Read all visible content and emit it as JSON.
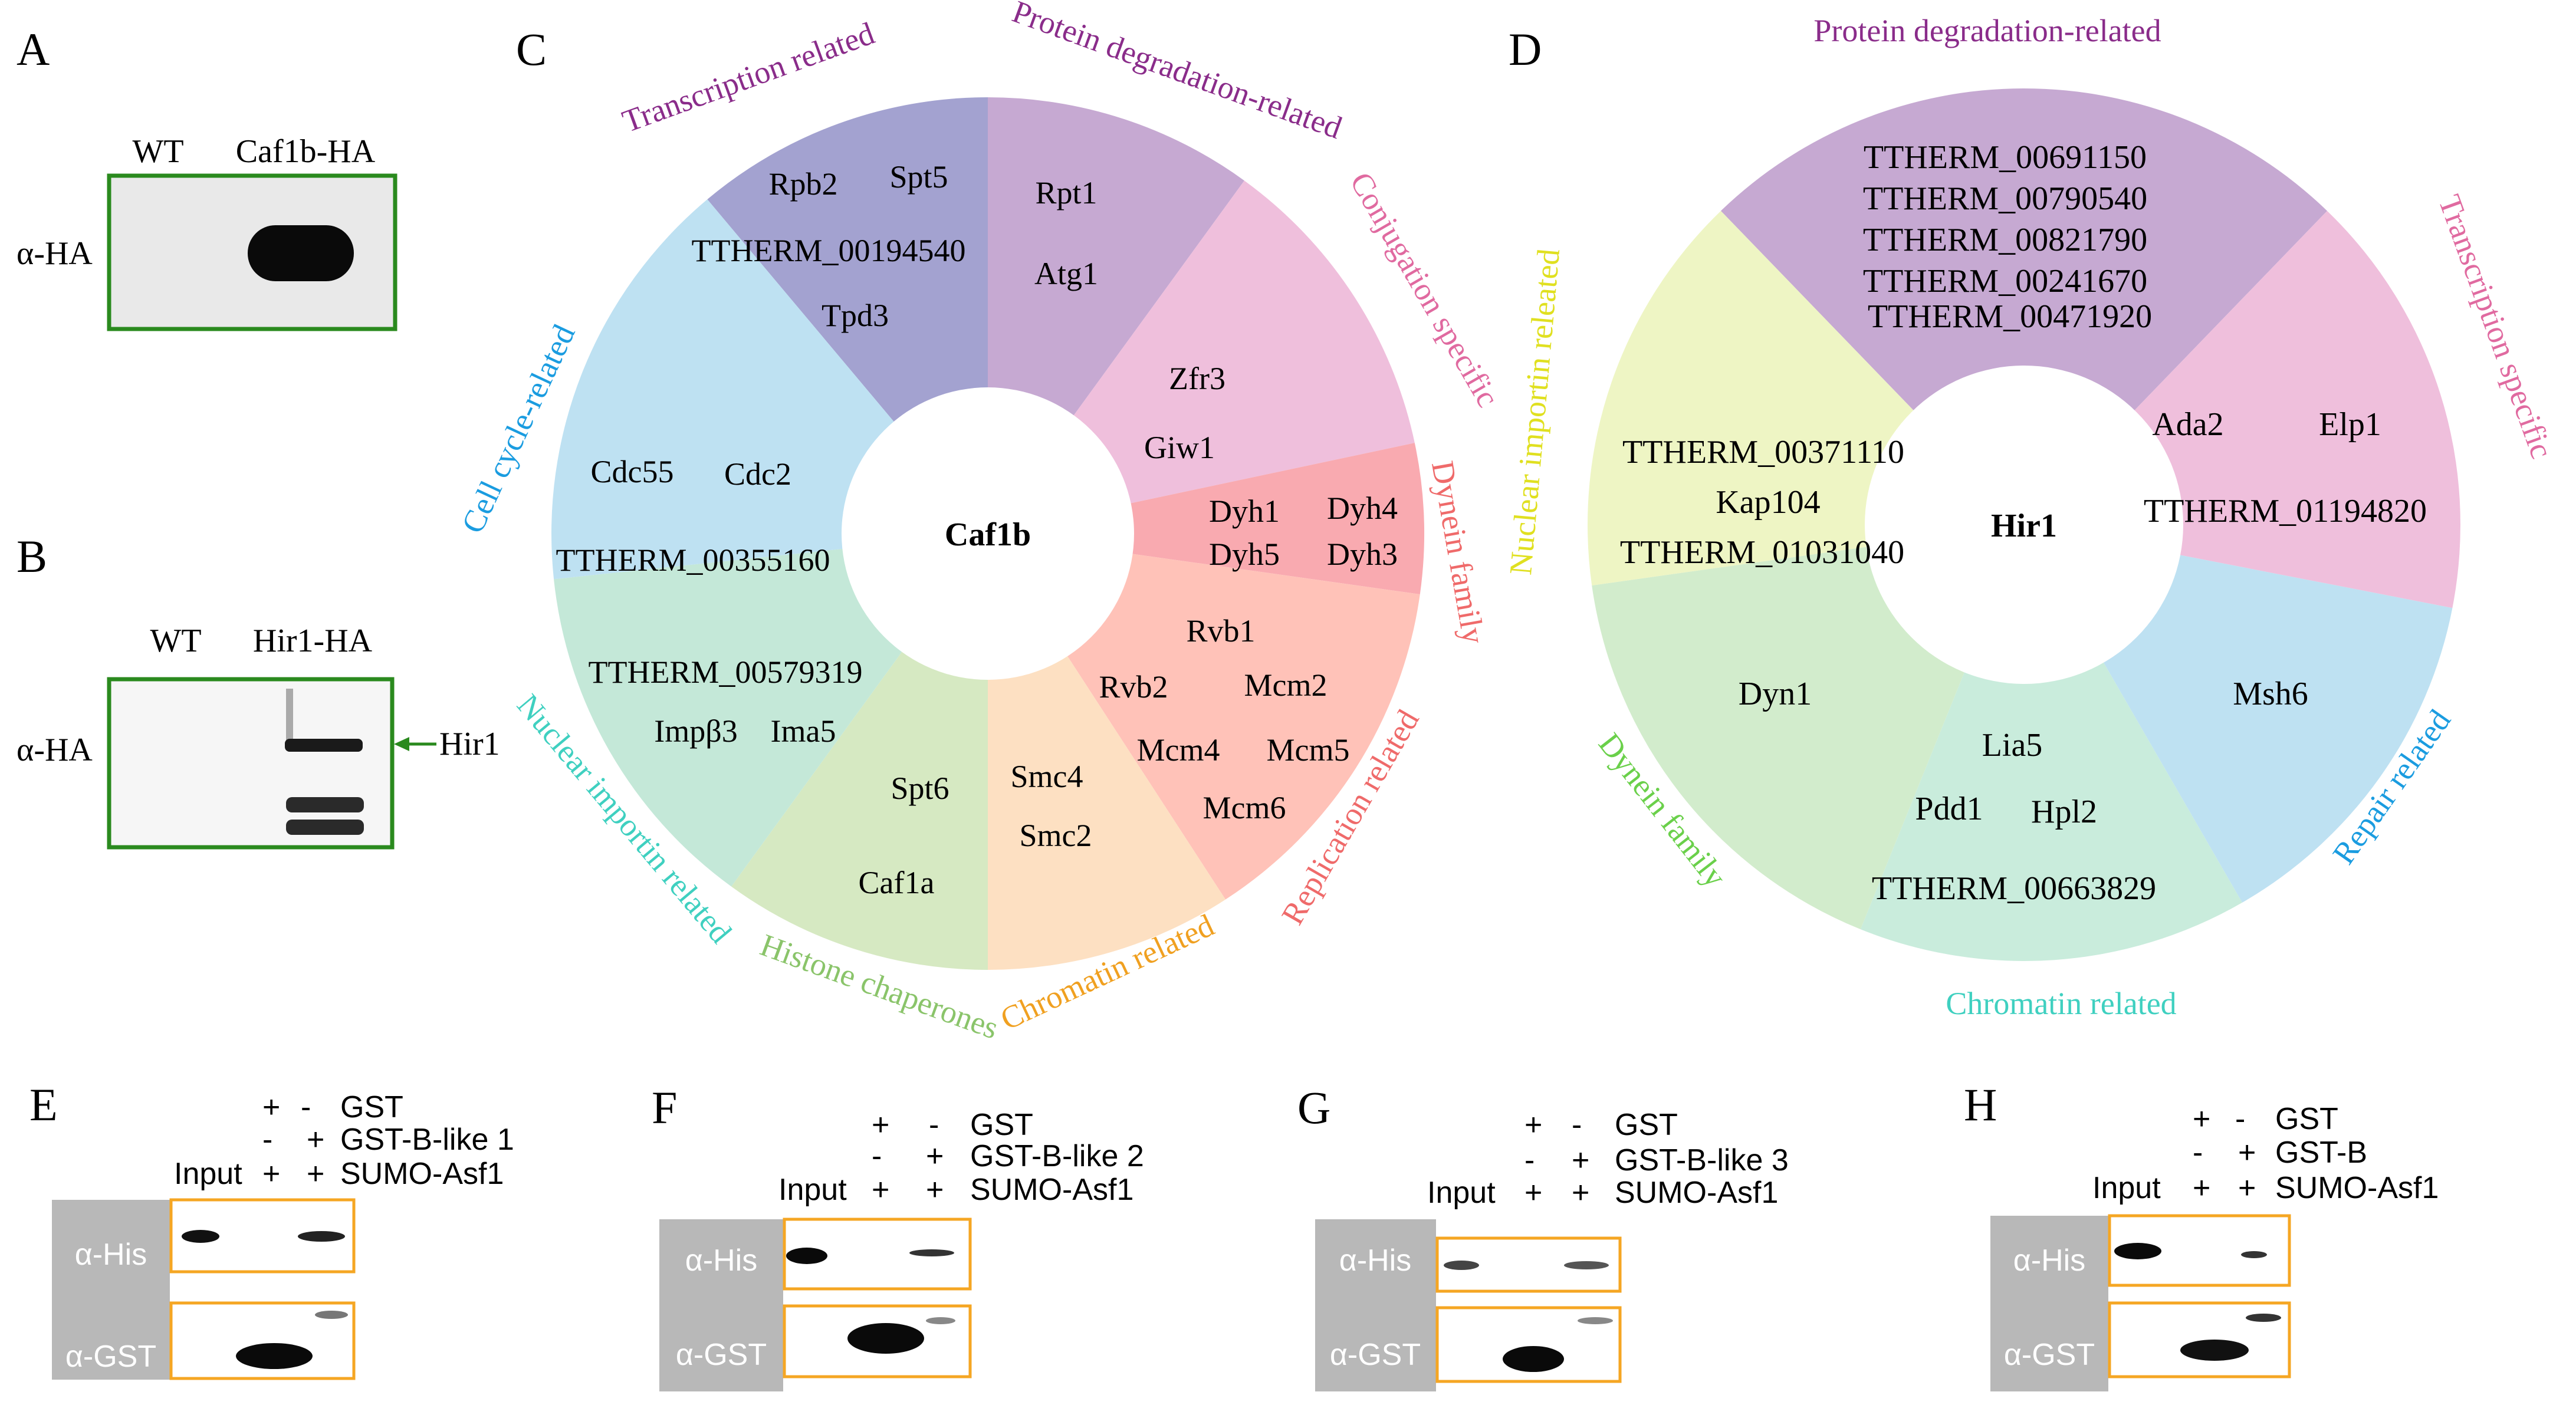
{
  "colors": {
    "green_frame": "#2a8a1e",
    "orange_frame": "#f5a623",
    "grey_label_bg": "#b8b8b8"
  },
  "panels": {
    "A": {
      "letter": "A",
      "lanes": [
        "WT",
        "Caf1b-HA"
      ],
      "row_label": "α-HA"
    },
    "B": {
      "letter": "B",
      "lanes": [
        "WT",
        "Hir1-HA"
      ],
      "row_label": "α-HA",
      "arrow_label": "Hir1"
    },
    "C": {
      "letter": "C",
      "center": "Caf1b",
      "sectors": [
        {
          "category": "Transcription related",
          "color": "#a3a2d0",
          "category_color": "#8a2c8a",
          "items": [
            "Rpb2",
            "Spt5",
            "TTHERM_00194540",
            "Tpd3"
          ]
        },
        {
          "category": "Protein degradation-related",
          "color": "#c6a9d2",
          "category_color": "#8a2c8a",
          "items": [
            "Rpt1",
            "Atg1"
          ]
        },
        {
          "category": "Conjugation specific",
          "color": "#efbfdc",
          "category_color": "#e06aa0",
          "items": [
            "Zfr3",
            "Giw1"
          ]
        },
        {
          "category": "Dynein family",
          "color": "#f9aab0",
          "category_color": "#ef6a6a",
          "items": [
            "Dyh1",
            "Dyh4",
            "Dyh5",
            "Dyh3"
          ]
        },
        {
          "category": "Replication related",
          "color": "#ffc2b8",
          "category_color": "#ef6a6a",
          "items": [
            "Rvb1",
            "Rvb2",
            "Mcm2",
            "Mcm4",
            "Mcm5",
            "Mcm6"
          ]
        },
        {
          "category": "Chromatin related",
          "color": "#fde0c2",
          "category_color": "#f0a020",
          "items": [
            "Smc4",
            "Smc2"
          ]
        },
        {
          "category": "Histone chaperones",
          "color": "#d6e9c2",
          "category_color": "#8ac46a",
          "items": [
            "Spt6",
            "Caf1a"
          ]
        },
        {
          "category": "Nuclear importin related",
          "color": "#c4e8d8",
          "category_color": "#3fd0c0",
          "items": [
            "TTHERM_00579319",
            "Impβ3",
            "Ima5"
          ]
        },
        {
          "category": "Cell cycle-related",
          "color": "#bee1f2",
          "category_color": "#1a9ce0",
          "items": [
            "Cdc55",
            "Cdc2",
            "TTHERM_00355160"
          ]
        }
      ]
    },
    "D": {
      "letter": "D",
      "center": "Hir1",
      "sectors": [
        {
          "category": "Protein degradation-related",
          "color": "#c6a9d2",
          "category_color": "#8a2c8a",
          "items": [
            "TTHERM_00691150",
            "TTHERM_00790540",
            "TTHERM_00821790",
            "TTHERM_00241670",
            "TTHERM_00471920"
          ]
        },
        {
          "category": "Transcription specific",
          "color": "#efbfdc",
          "category_color": "#e06aa0",
          "items": [
            "Ada2",
            "Elp1",
            "TTHERM_01194820"
          ]
        },
        {
          "category": "Repair related",
          "color": "#bee1f2",
          "category_color": "#1a9ce0",
          "items": [
            "Msh6"
          ]
        },
        {
          "category": "Chromatin related",
          "color": "#c9ecdc",
          "category_color": "#3fd0c0",
          "items": [
            "Lia5",
            "Pdd1",
            "Hpl2",
            "TTHERM_00663829"
          ]
        },
        {
          "category": "Dynein family",
          "color": "#d2eccc",
          "category_color": "#6ad04a",
          "items": [
            "Dyn1"
          ]
        },
        {
          "category": "Nuclear importin releated",
          "color": "#eef5c4",
          "category_color": "#e0e020",
          "items": [
            "TTHERM_00371110",
            "Kap104",
            "TTHERM_01031040"
          ]
        }
      ]
    },
    "E": {
      "letter": "E",
      "gst_protein": "GST-B-like 1"
    },
    "F": {
      "letter": "F",
      "gst_protein": "GST-B-like 2"
    },
    "G": {
      "letter": "G",
      "gst_protein": "GST-B-like 3"
    },
    "H": {
      "letter": "H",
      "gst_protein": "GST-B"
    },
    "pulldown_common": {
      "gst": "GST",
      "asf1": "SUMO-Asf1",
      "input": "Input",
      "plus": "+",
      "minus": "-",
      "his": "α-His",
      "gst_blot": "α-GST"
    }
  }
}
